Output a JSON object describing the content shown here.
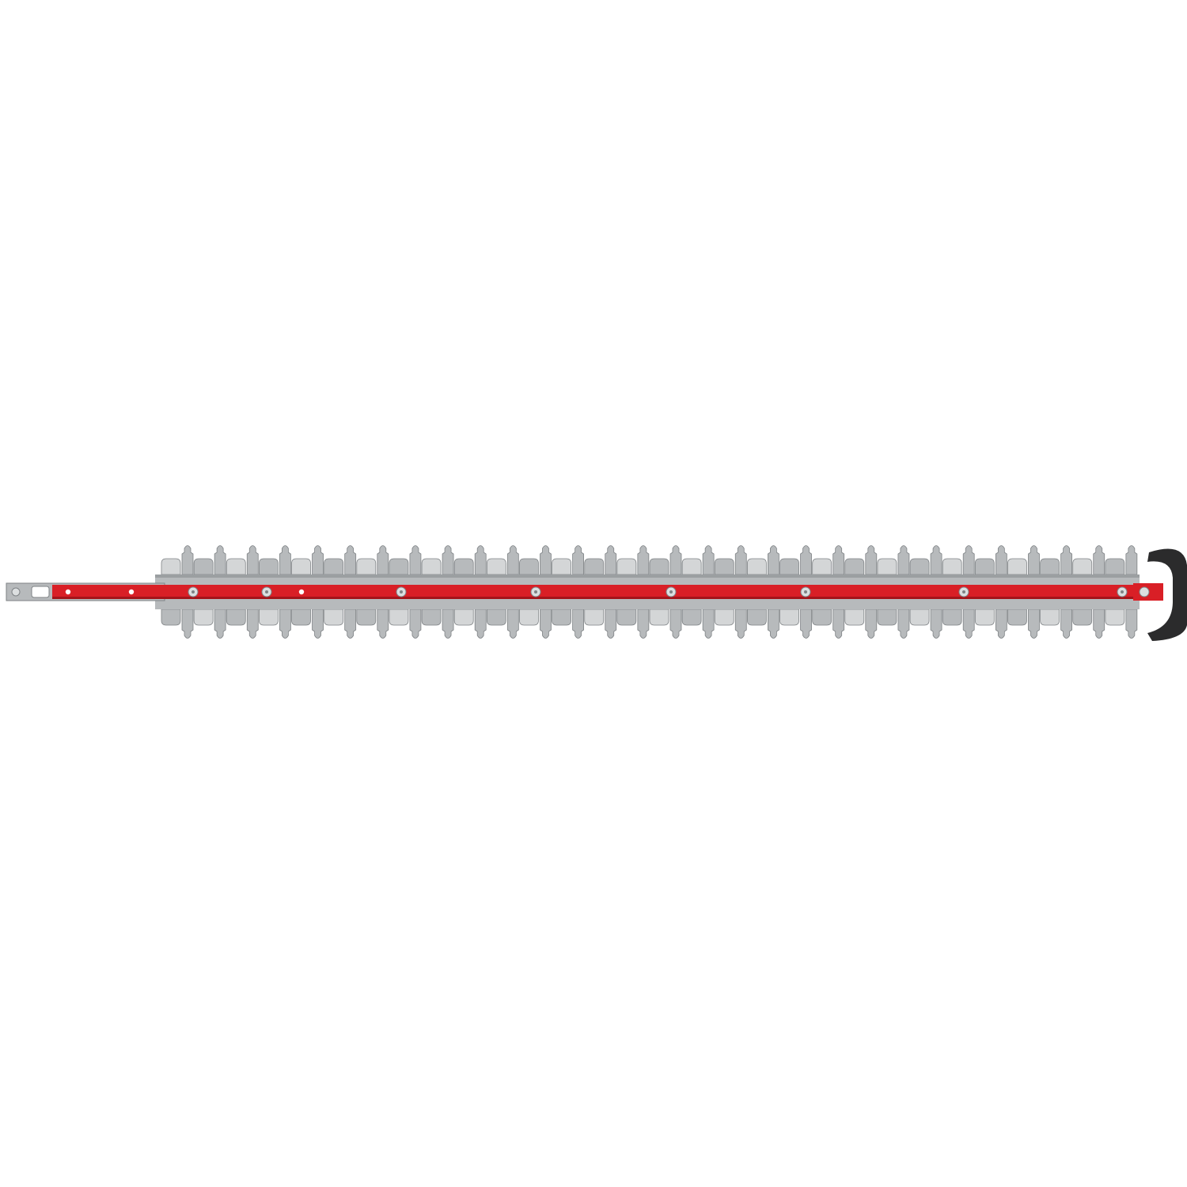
{
  "colors": {
    "background": "#ffffff",
    "blade_steel": "#b7babc",
    "blade_steel_light": "#d4d6d7",
    "blade_steel_dark": "#7f8386",
    "tooth_tip": "#8f9294",
    "drive_bar": "#d91f26",
    "drive_bar_shadow": "#a4141a",
    "bolt": "#dcdfe0",
    "tip_guard": "#2b2b2c"
  },
  "icons": {
    "product": "hedge-trimmer-blade-icon",
    "guard": "blade-tip-guard-icon"
  },
  "blade": {
    "teeth_per_side": 30,
    "bolt_count": 8,
    "hole_count": 3
  }
}
